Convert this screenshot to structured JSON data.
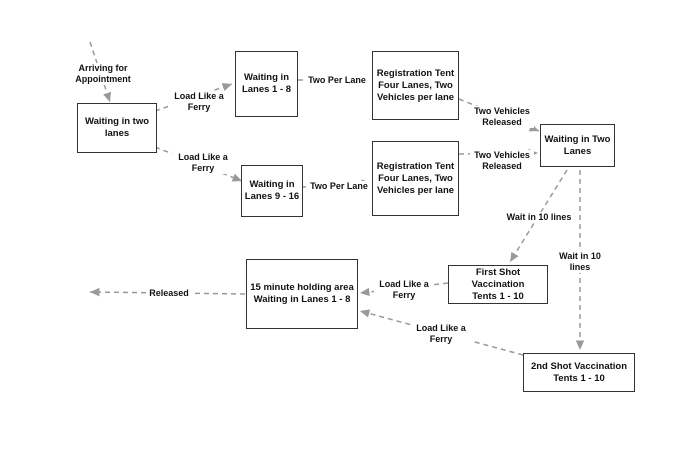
{
  "colors": {
    "box_border": "#333333",
    "arrow": "#999999",
    "text": "#111111"
  },
  "nodes": {
    "waiting_two_lanes": "Waiting in two\nlanes",
    "waiting_lanes_1_8": "Waiting in\nLanes 1 - 8",
    "waiting_lanes_9_16": "Waiting in\nLanes 9 - 16",
    "registration_tent_top": "Registration Tent\nFour Lanes, Two\nVehicles per lane",
    "registration_tent_bottom": "Registration Tent\nFour Lanes, Two\nVehicles per lane",
    "waiting_in_two_lanes_right": "Waiting in Two\nLanes",
    "first_shot": "First Shot Vaccination\nTents 1 - 10",
    "second_shot": "2nd Shot Vaccination\nTents 1 - 10",
    "holding_area": "15 minute holding area\nWaiting in Lanes 1 - 8"
  },
  "labels": {
    "arriving": "Arriving for\nAppointment",
    "ferry_top": "Load Like a\nFerry",
    "ferry_bottom": "Load Like a\nFerry",
    "two_per_lane_top": "Two Per Lane",
    "two_per_lane_bottom": "Two Per Lane",
    "released_top": "Two Vehicles\nReleased",
    "released_bottom": "Two Vehicles\nReleased",
    "wait_10_left": "Wait in 10 lines",
    "wait_10_right": "Wait in 10\nlines",
    "ferry_first": "Load Like a\nFerry",
    "ferry_second": "Load Like a\nFerry",
    "released_final": "Released"
  }
}
